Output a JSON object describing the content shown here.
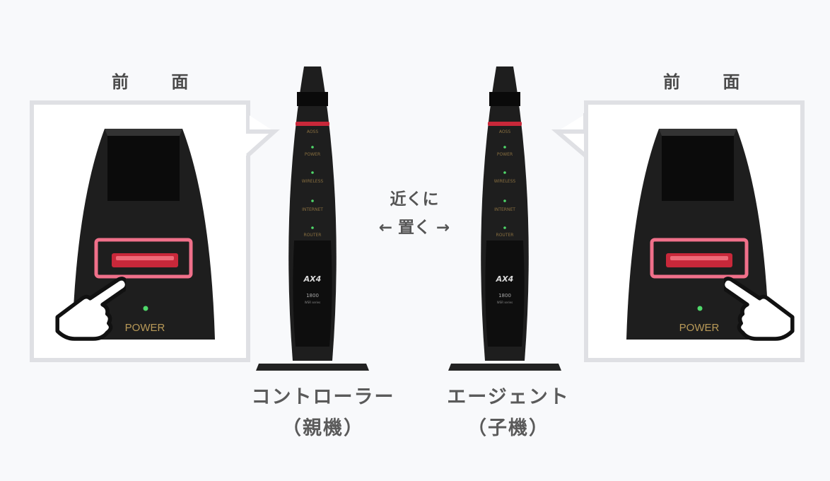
{
  "left": {
    "front_label": "前 面",
    "caption_line1": "コントローラー",
    "caption_line2": "（親機）"
  },
  "right": {
    "front_label": "前 面",
    "caption_line1": "エージェント",
    "caption_line2": "（子機）"
  },
  "middle": {
    "line1": "近くに",
    "line2": "← 置く →"
  },
  "device": {
    "button_label": "AOSS",
    "led_labels": [
      "POWER",
      "WIRELESS",
      "INTERNET",
      "ROUTER"
    ],
    "brand": "AX4",
    "model": "1800",
    "series": "WSR series",
    "zoom_power_label": "POWER"
  },
  "colors": {
    "highlight": "#f0708a",
    "led_green": "#4fd86a",
    "button_red": "#c8283a",
    "callout_border": "#dfe0e4",
    "device_body": "#1e1e1e"
  },
  "icons": [
    "pointing-hand-icon"
  ]
}
